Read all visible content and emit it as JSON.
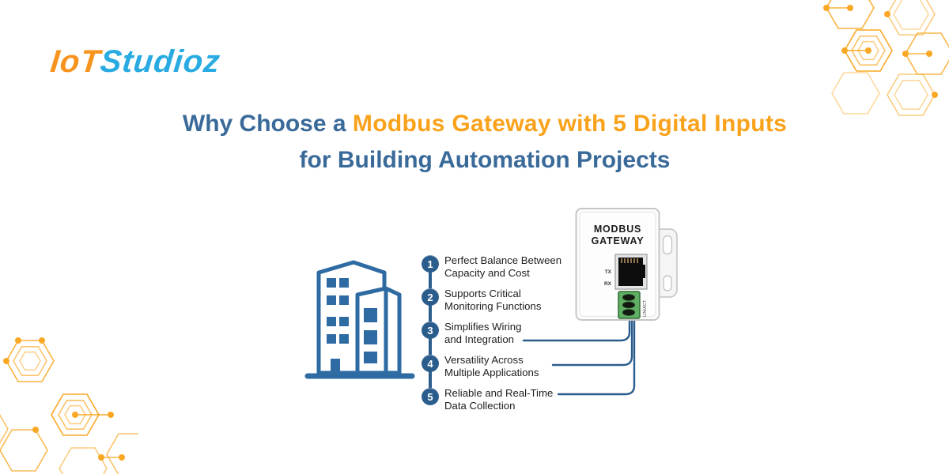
{
  "logo": {
    "part1": "IoT",
    "part2": "Studioz"
  },
  "title": {
    "prefix": "Why Choose a",
    "highlight": "Modbus Gateway with 5 Digital Inputs",
    "line2": "for Building Automation Projects"
  },
  "benefits": [
    {
      "number": "1",
      "line1": "Perfect Balance Between",
      "line2": "Capacity and Cost"
    },
    {
      "number": "2",
      "line1": "Supports Critical",
      "line2": "Monitoring Functions"
    },
    {
      "number": "3",
      "line1": "Simplifies Wiring",
      "line2": "and Integration"
    },
    {
      "number": "4",
      "line1": "Versatility Across",
      "line2": "Multiple Applications"
    },
    {
      "number": "5",
      "line1": "Reliable and Real-Time",
      "line2": "Data Collection"
    }
  ],
  "device": {
    "name_line1": "MODBUS",
    "name_line2": "GATEWAY",
    "tx_label": "TX",
    "rx_label": "RX",
    "side_label": "LIN/ACT"
  },
  "icons": {
    "building": "building-icon",
    "hexagons": "hexagon-pattern-decoration",
    "ethernet_port": "rj45-port-icon",
    "terminal_block": "terminal-block-icon"
  },
  "colors": {
    "logo_orange": "#F7941E",
    "logo_blue": "#29ABE2",
    "heading_blue": "#3A6A99",
    "accent_orange": "#F9A21C",
    "connector_blue": "#2B5D8C",
    "building_blue": "#2E6BA3",
    "hex_orange": "#F9A826",
    "terminal_green": "#5FAE63"
  }
}
